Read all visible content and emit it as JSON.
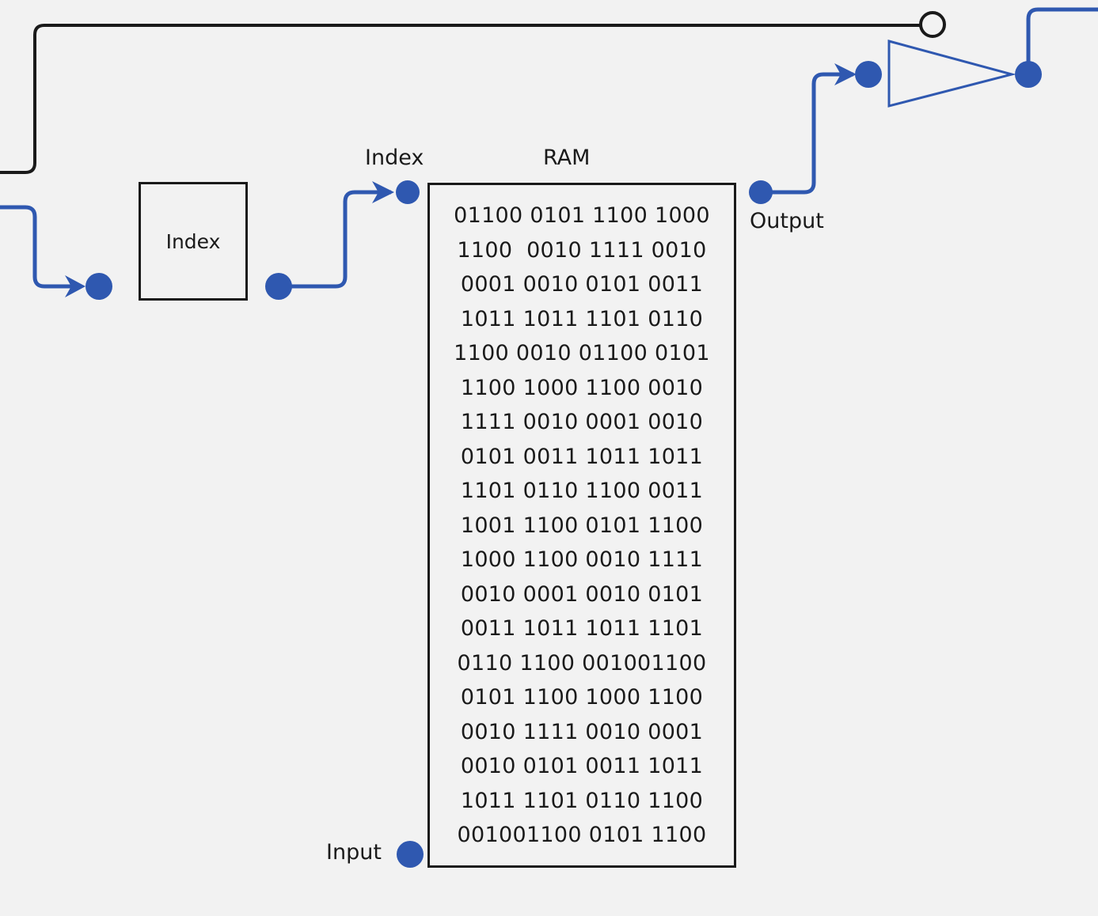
{
  "index_block": {
    "label": "Index"
  },
  "ram_block": {
    "title": "RAM",
    "index_port_label": "Index",
    "output_port_label": "Output",
    "input_port_label": "Input",
    "lines": [
      "01100 0101 1100 1000",
      "1100  0010 1111 0010",
      "0001 0010 0101 0011",
      "1011 1011 1101 0110",
      "1100 0010 01100 0101",
      "1100 1000 1100 0010",
      "1111 0010 0001 0010",
      "0101 0011 1011 1011",
      "1101 0110 1100 0011",
      "1001 1100 0101 1100",
      "1000 1100 0010 1111",
      "0010 0001 0010 0101",
      "0011 1011 1011 1101",
      "0110 1100 001001100",
      "0101 1100 1000 1100",
      "0010 1111 0010 0001",
      "0010 0101 0011 1011",
      "1011 1101 0110 1100",
      "001001100 0101 1100"
    ]
  },
  "colors": {
    "wire_blue": "#2f58b0",
    "wire_black": "#1a1a1a",
    "background": "#f2f2f2"
  }
}
